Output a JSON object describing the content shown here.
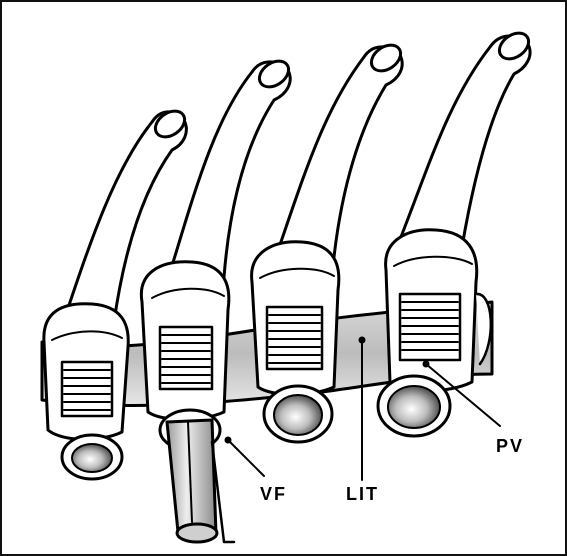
{
  "figure": {
    "labels": {
      "vf": "VF",
      "lit": "LIT",
      "pv": "PV"
    }
  }
}
